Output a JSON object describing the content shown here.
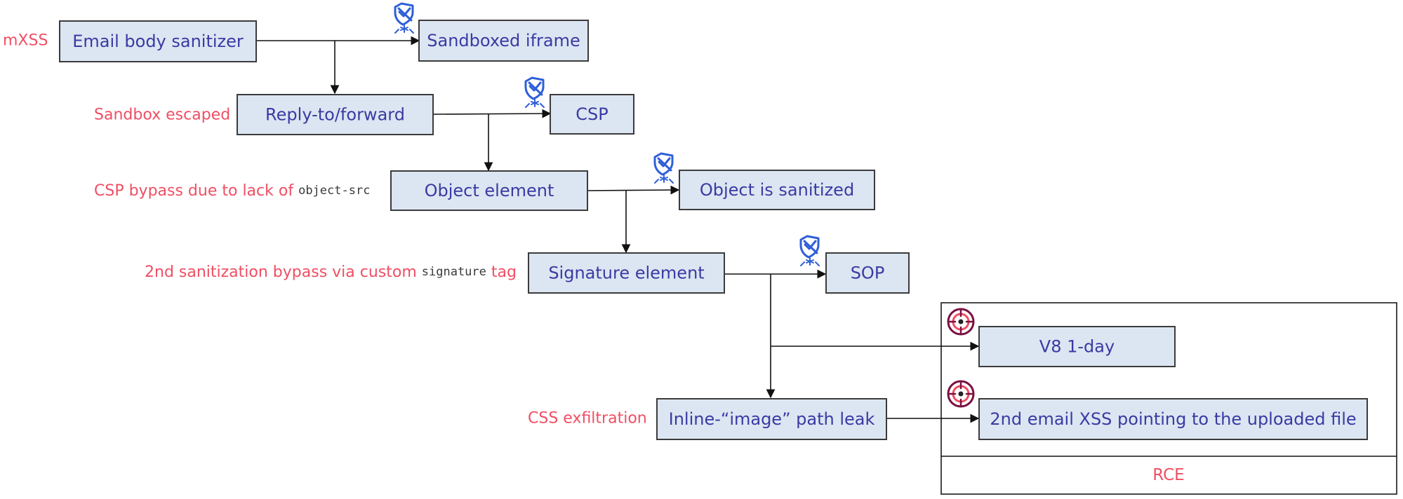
{
  "colors": {
    "box_fill": "#dce6f2",
    "box_text": "#3a3aa3",
    "label_text": "#ef4f64",
    "shield_icon": "#2f5fd8",
    "target_icon_ring": "#7a1040",
    "target_icon_accent": "#ef4f64"
  },
  "nodes": {
    "email_sanitizer": "Email body sanitizer",
    "sandboxed_iframe": "Sandboxed iframe",
    "reply_forward": "Reply-to/forward",
    "csp": "CSP",
    "object_element": "Object element",
    "object_sanitized": "Object is sanitized",
    "signature_element": "Signature element",
    "sop": "SOP",
    "v8_oneday": "V8 1-day",
    "inline_image_leak": "Inline-“image” path leak",
    "second_email_xss": "2nd email XSS pointing to the uploaded file"
  },
  "labels": {
    "mxss": "mXSS",
    "sandbox_escaped": "Sandbox escaped",
    "csp_bypass_prefix": "CSP bypass due to lack of ",
    "csp_bypass_code": "object-src",
    "sanitization_bypass_prefix": "2nd sanitization bypass via custom ",
    "sanitization_bypass_code": "signature",
    "sanitization_bypass_suffix": " tag",
    "css_exfiltration": "CSS exfiltration"
  },
  "group": {
    "title": "RCE"
  },
  "icons": {
    "defense": "shield-icon",
    "exploit": "target-icon"
  }
}
